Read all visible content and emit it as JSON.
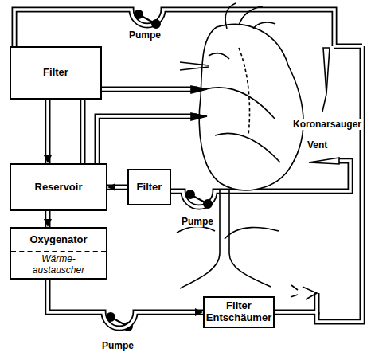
{
  "diagram": {
    "nodes": [
      {
        "text": [
          "Filter"
        ]
      },
      {
        "text": [
          "Reservoir"
        ]
      },
      {
        "text": [
          "Filter"
        ]
      },
      {
        "text": [
          "Oxygenator",
          "Wärme- austauscher"
        ]
      },
      {
        "text": [
          "Filter Entschäumer"
        ]
      }
    ],
    "edges": [
      {
        "from": 0,
        "to": 1,
        "arrow": "to"
      },
      {
        "from": 2,
        "to": 1,
        "arrow": "to"
      },
      {
        "from": 1,
        "to": 3,
        "arrow": "to"
      },
      {
        "from": 3,
        "to": 4,
        "arrow": "to"
      }
    ],
    "labels": [
      "Pumpe",
      "Koronarsauger",
      "Vent",
      "Pumpe",
      "Pumpe"
    ]
  }
}
